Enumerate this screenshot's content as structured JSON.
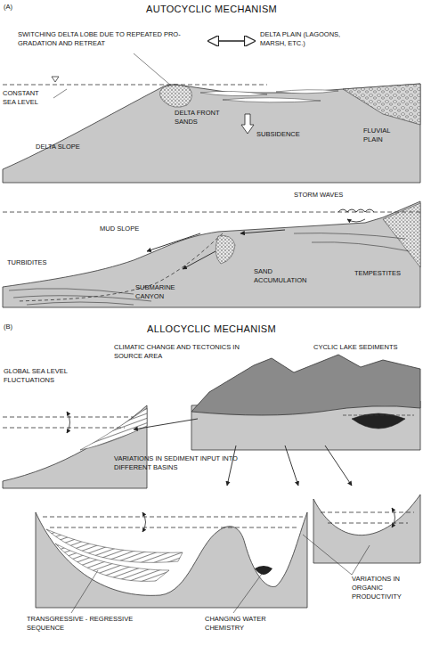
{
  "diagram": {
    "labels": [
      "(A)",
      "AUTOCYCLIC MECHANISM",
      "SWITCHING DELTA LOBE DUE TO REPEATED PRO- GRADATION AND RETREAT",
      "DELTA PLAIN (LAGOONS, MARSH, ETC.)",
      "CONSTANT SEA LEVEL",
      "DELTA FRONT SANDS",
      "SUBSIDENCE",
      "FLUVIAL PLAIN",
      "DELTA SLOPE",
      "STORM WAVES",
      "MUD SLOPE",
      "TEMPESTITES",
      "SAND ACCUMULATION",
      "TURBIDITES",
      "SUBMARINE CANYON",
      "(B)",
      "ALLOCYCLIC MECHANISM",
      "CLIMATIC CHANGE AND TECTONICS IN SOURCE AREA",
      "CYCLIC LAKE SEDIMENTS",
      "GLOBAL SEA LEVEL FLUCTUATIONS",
      "VARIATIONS IN SEDIMENT INPUT INTO DIFFERENT BASINS",
      "VARIATIONS IN ORGANIC PRODUCTIVITY",
      "TRANSGRESSIVE - REGRESSIVE SEQUENCE",
      "CHANGING WATER CHEMISTRY"
    ]
  }
}
